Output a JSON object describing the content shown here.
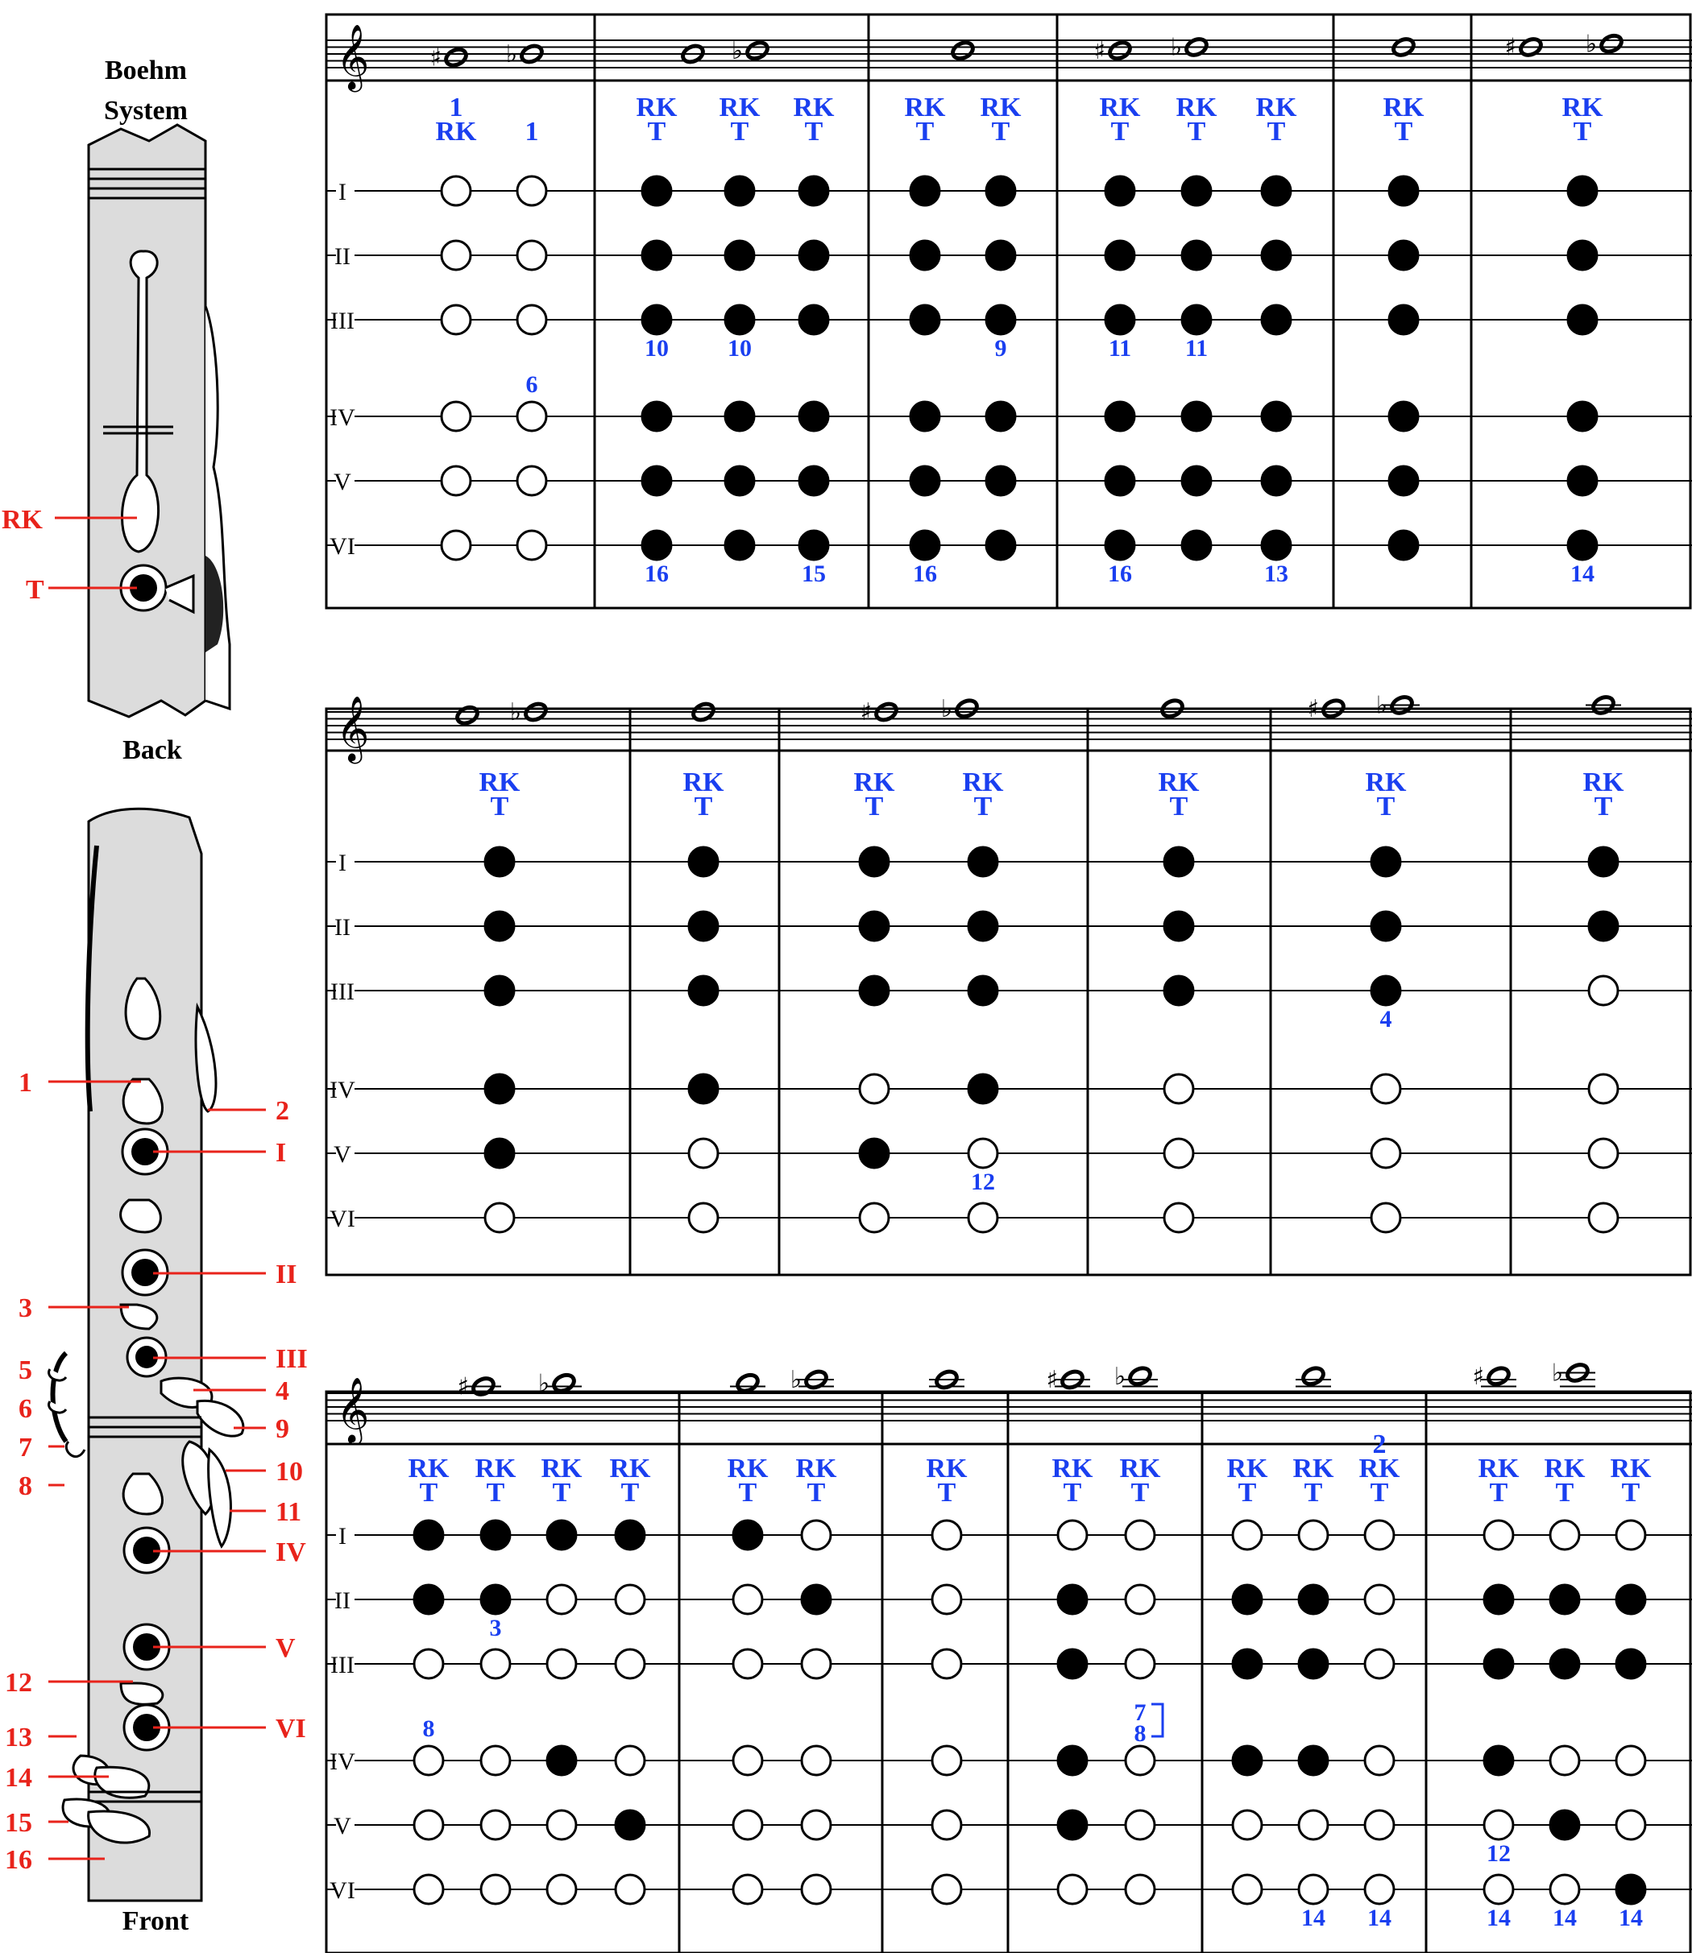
{
  "left_panel": {
    "title_line1": "Boehm",
    "title_line2": "System",
    "back_label": "Back",
    "front_label": "Front",
    "back_callouts": [
      "RK",
      "T"
    ],
    "front_callouts_left": [
      "1",
      "3",
      "5",
      "6",
      "7",
      "8",
      "12",
      "13",
      "14",
      "15",
      "16"
    ],
    "front_callouts_right": [
      "2",
      "I",
      "II",
      "III",
      "4",
      "9",
      "10",
      "11",
      "IV",
      "V",
      "VI"
    ]
  },
  "hole_labels": [
    "I",
    "II",
    "III",
    "IV",
    "V",
    "VI"
  ],
  "clef_symbol": "𝄞",
  "charts": [
    {
      "notes": [
        {
          "acc": "♯",
          "pitch": "A4"
        },
        {
          "acc": "♭",
          "pitch": "B4"
        },
        {
          "acc": "",
          "pitch": "B4"
        },
        {
          "acc": "♭",
          "pitch": "C5"
        },
        {
          "acc": "",
          "pitch": "C5"
        },
        {
          "acc": "♯",
          "pitch": "C5"
        },
        {
          "acc": "♭",
          "pitch": "D5"
        },
        {
          "acc": "",
          "pitch": "D5"
        },
        {
          "acc": "♯",
          "pitch": "D5"
        },
        {
          "acc": "♭",
          "pitch": "E5"
        }
      ],
      "fingerings": [
        {
          "top": [
            "1",
            "RK"
          ],
          "holes": "000000",
          "marks": {}
        },
        {
          "top": [
            "1"
          ],
          "holes": "000000",
          "marks": {
            "IV": "6"
          }
        },
        {
          "top": [
            "RK",
            "T"
          ],
          "holes": "111111",
          "marks": {
            "III": "10",
            "VI": "16"
          }
        },
        {
          "top": [
            "RK",
            "T"
          ],
          "holes": "111111",
          "marks": {
            "III": "10"
          }
        },
        {
          "top": [
            "RK",
            "T"
          ],
          "holes": "111111",
          "marks": {
            "VI": "15"
          }
        },
        {
          "top": [
            "RK",
            "T"
          ],
          "holes": "111111",
          "marks": {
            "VI": "16"
          }
        },
        {
          "top": [
            "RK",
            "T"
          ],
          "holes": "111111",
          "marks": {
            "III": "9"
          }
        },
        {
          "top": [
            "RK",
            "T"
          ],
          "holes": "111111",
          "marks": {
            "III": "11",
            "VI": "16"
          }
        },
        {
          "top": [
            "RK",
            "T"
          ],
          "holes": "111111",
          "marks": {
            "III": "11"
          }
        },
        {
          "top": [
            "RK",
            "T"
          ],
          "holes": "111111",
          "marks": {
            "VI": "13"
          }
        },
        {
          "top": [
            "RK",
            "T"
          ],
          "holes": "111111",
          "marks": {}
        },
        {
          "top": [
            "RK",
            "T"
          ],
          "holes": "111111",
          "marks": {
            "VI": "14"
          }
        }
      ]
    },
    {
      "notes": [
        {
          "acc": "",
          "pitch": "E5"
        },
        {
          "acc": "♭",
          "pitch": "F5"
        },
        {
          "acc": "",
          "pitch": "F5"
        },
        {
          "acc": "♯",
          "pitch": "F5"
        },
        {
          "acc": "♭",
          "pitch": "G5"
        },
        {
          "acc": "",
          "pitch": "G5"
        },
        {
          "acc": "♯",
          "pitch": "G5"
        },
        {
          "acc": "♭",
          "pitch": "A5"
        },
        {
          "acc": "",
          "pitch": "A5"
        }
      ],
      "fingerings": [
        {
          "top": [
            "RK",
            "T"
          ],
          "holes": "111110",
          "marks": {}
        },
        {
          "top": [
            "RK",
            "T"
          ],
          "holes": "111100",
          "marks": {}
        },
        {
          "top": [
            "RK",
            "T"
          ],
          "holes": "111010",
          "marks": {}
        },
        {
          "top": [
            "RK",
            "T"
          ],
          "holes": "111100",
          "marks": {
            "V": "12"
          }
        },
        {
          "top": [
            "RK",
            "T"
          ],
          "holes": "111000",
          "marks": {}
        },
        {
          "top": [
            "RK",
            "T"
          ],
          "holes": "111000",
          "marks": {
            "III": "4"
          }
        },
        {
          "top": [
            "RK",
            "T"
          ],
          "holes": "110000",
          "marks": {}
        }
      ]
    },
    {
      "notes": [
        {
          "acc": "♯",
          "pitch": "A5"
        },
        {
          "acc": "♭",
          "pitch": "B5"
        },
        {
          "acc": "",
          "pitch": "B5"
        },
        {
          "acc": "♭",
          "pitch": "C6"
        },
        {
          "acc": "",
          "pitch": "C6"
        },
        {
          "acc": "♯",
          "pitch": "C6"
        },
        {
          "acc": "♭",
          "pitch": "D6"
        },
        {
          "acc": "",
          "pitch": "D6"
        },
        {
          "acc": "♯",
          "pitch": "D6"
        },
        {
          "acc": "♭",
          "pitch": "E6"
        }
      ],
      "fingerings": [
        {
          "top": [
            "RK",
            "T"
          ],
          "holes": "110000",
          "marks": {
            "IV": "8"
          }
        },
        {
          "top": [
            "RK",
            "T"
          ],
          "holes": "110000",
          "marks": {
            "II": "3"
          }
        },
        {
          "top": [
            "RK",
            "T"
          ],
          "holes": "100100",
          "marks": {}
        },
        {
          "top": [
            "RK",
            "T"
          ],
          "holes": "100010",
          "marks": {}
        },
        {
          "top": [
            "RK",
            "T"
          ],
          "holes": "100000",
          "marks": {}
        },
        {
          "top": [
            "RK",
            "T"
          ],
          "holes": "010000",
          "marks": {}
        },
        {
          "top": [
            "RK",
            "T"
          ],
          "holes": "000000",
          "marks": {}
        },
        {
          "top": [
            "RK",
            "T"
          ],
          "holes": "011110",
          "marks": {}
        },
        {
          "top": [
            "RK",
            "T"
          ],
          "holes": "000000",
          "marks": {
            "IV": "7|8"
          }
        },
        {
          "top": [
            "RK",
            "T"
          ],
          "holes": "011100",
          "marks": {}
        },
        {
          "top": [
            "RK",
            "T"
          ],
          "holes": "011100",
          "marks": {
            "VI": "14"
          }
        },
        {
          "top": [
            "2",
            "RK",
            "T"
          ],
          "holes": "000000",
          "marks": {
            "VI": "14"
          }
        },
        {
          "top": [
            "RK",
            "T"
          ],
          "holes": "011100",
          "marks": {
            "V": "12",
            "VI": "14"
          }
        },
        {
          "top": [
            "RK",
            "T"
          ],
          "holes": "011010",
          "marks": {
            "VI": "14"
          }
        },
        {
          "top": [
            "RK",
            "T"
          ],
          "holes": "011001",
          "marks": {
            "VI": "14"
          }
        }
      ]
    }
  ]
}
